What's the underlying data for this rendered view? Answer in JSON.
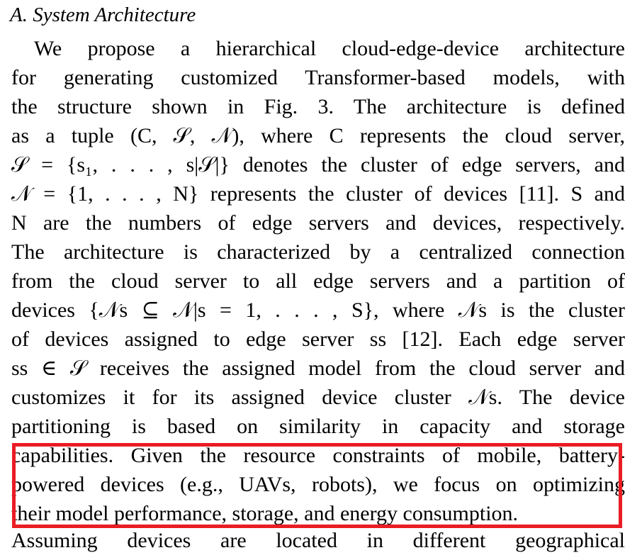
{
  "section_heading": "A. System Architecture",
  "lines": [
    "We propose a hierarchical cloud-edge-device architecture",
    "for generating customized Transformer-based models, with",
    "the structure shown in Fig. 3. The architecture is defined",
    "as a tuple (C, 𝒮, 𝒩), where C represents the cloud server,",
    "𝒮 = {s₁, . . . , s|𝒮|} denotes the cluster of edge servers, and",
    "𝒩 = {1, . . . , N} represents the cluster of devices [11]. S and",
    "N are the numbers of edge servers and devices, respectively.",
    "The architecture is characterized by a centralized connection",
    "from the cloud server to all edge servers and a partition of",
    "devices {𝒩s ⊆ 𝒩|s = 1, . . . , S}, where 𝒩s is the cluster",
    "of devices assigned to edge server ss [12]. Each edge server",
    "ss ∈ 𝒮 receives the assigned model from the cloud server and",
    "customizes it for its assigned device cluster 𝒩s. The device",
    "partitioning is based on similarity in capacity and storage",
    "capabilities. Given the resource constraints of mobile, battery-",
    "powered devices (e.g., UAVs, robots), we focus on optimizing",
    "their model performance, storage, and energy consumption."
  ],
  "cut_line": "Assuming devices are located in different geographical",
  "highlight_color": "#ea1c24"
}
